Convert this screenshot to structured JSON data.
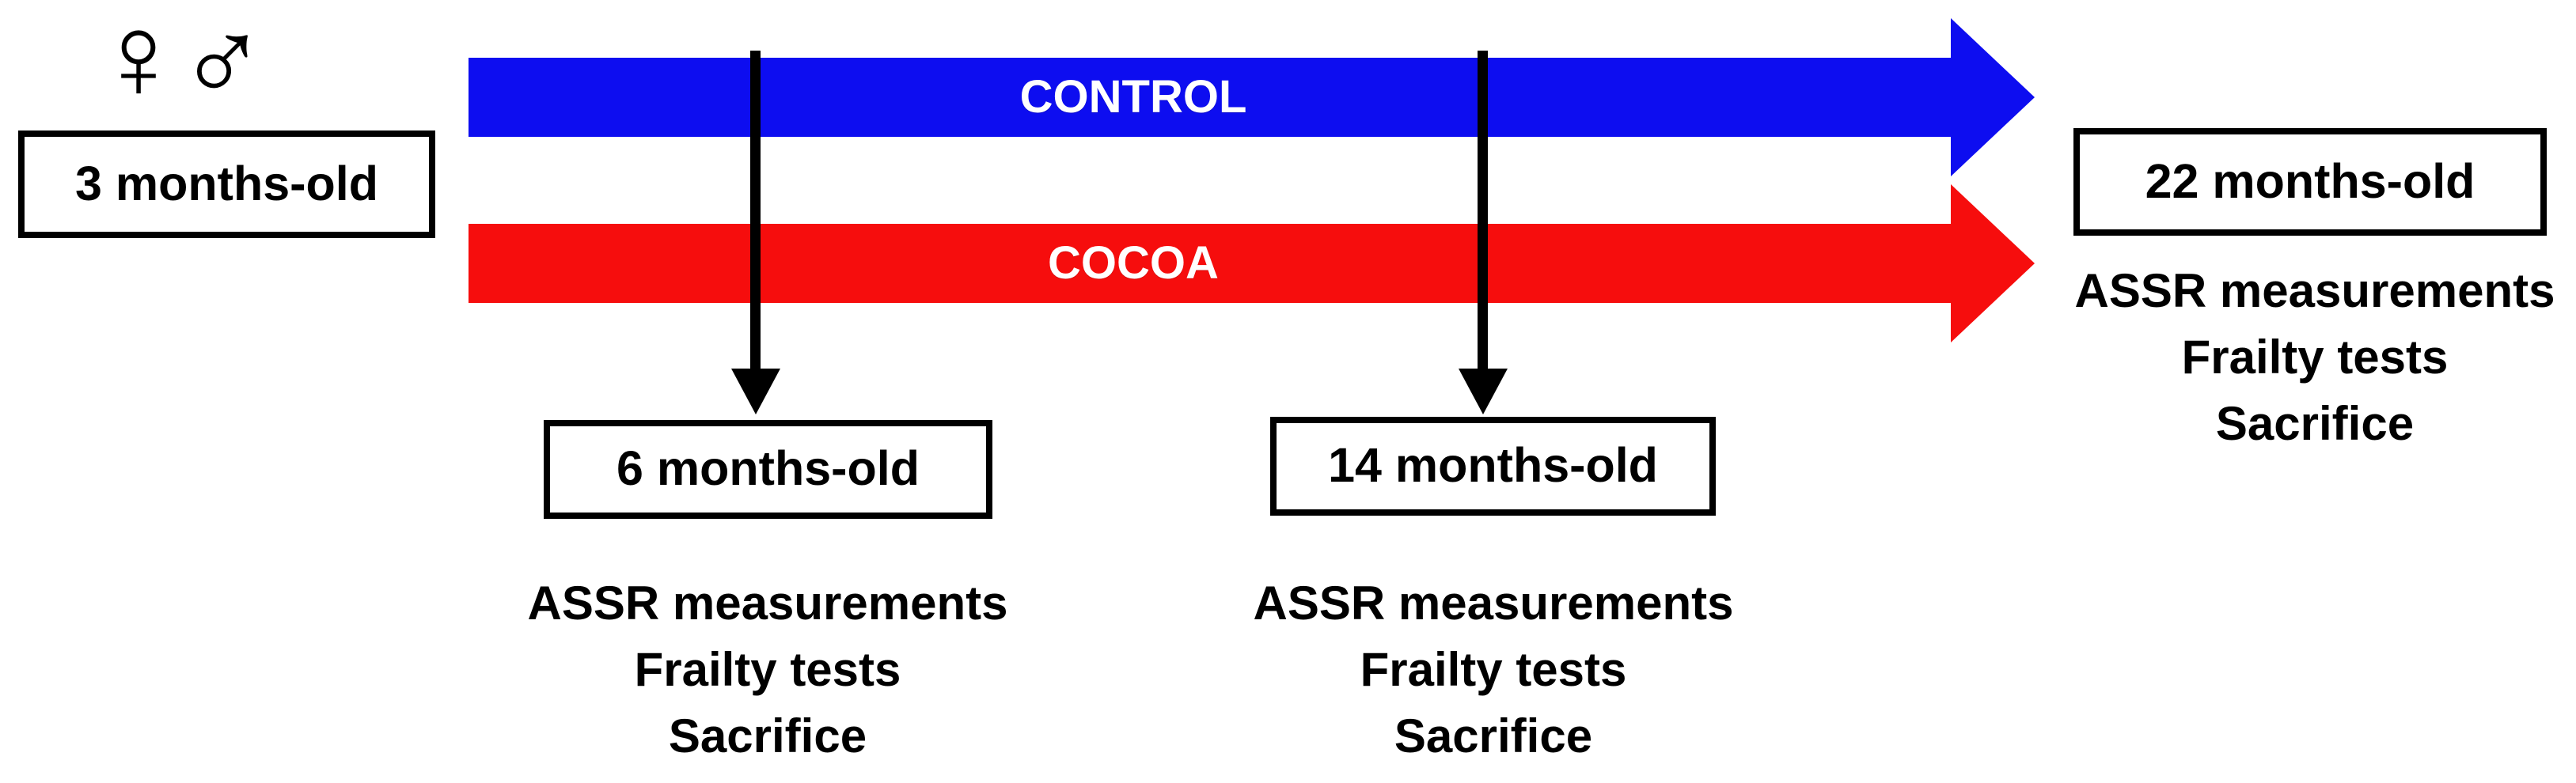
{
  "figure": {
    "type": "experimental-timeline-diagram",
    "background": "#FFFFFF",
    "sex_symbols": {
      "female": "♀",
      "male": "♂"
    },
    "start": {
      "label": "3 months-old"
    },
    "groups": [
      {
        "label": "CONTROL",
        "color": "#0D0DF0"
      },
      {
        "label": "COCOA",
        "color": "#F60D0D"
      }
    ],
    "timepoints": [
      {
        "label": "6 months-old",
        "events": [
          "ASSR measurements",
          "Frailty tests",
          "Sacrifice"
        ]
      },
      {
        "label": "14 months-old",
        "events": [
          "ASSR measurements",
          "Frailty tests",
          "Sacrifice"
        ]
      },
      {
        "label": "22 months-old",
        "events": [
          "ASSR measurements",
          "Frailty tests",
          "Sacrifice"
        ]
      }
    ],
    "colors": {
      "control_blue": "#0D0DF0",
      "cocoa_red": "#F60D0D",
      "arrow_black": "#000000",
      "text": "#000000",
      "label_text": "#FFFFFF"
    }
  }
}
